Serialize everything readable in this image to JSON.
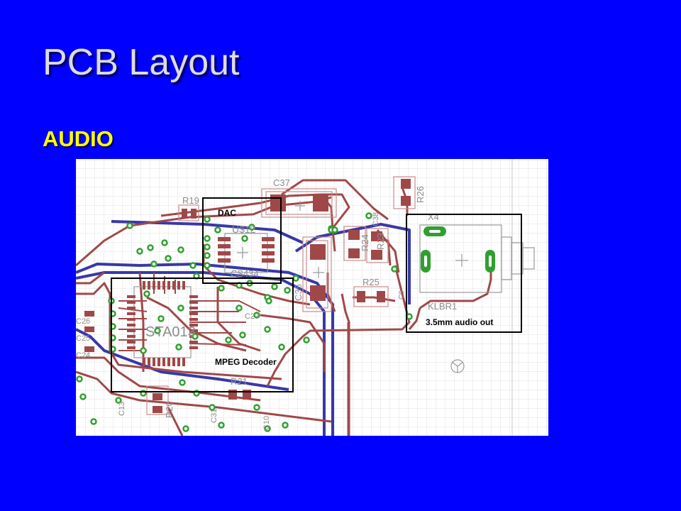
{
  "slide": {
    "title": "PCB Layout",
    "subtitle": "AUDIO"
  },
  "colors": {
    "background": "#0000FF",
    "title": "#DCDCE6",
    "subtitle": "#FFFF00",
    "trace_top": "#A04848",
    "trace_bottom": "#3838A8",
    "pad": "#A04848",
    "via": "#2FA02F",
    "silkscreen": "#8C8C8C"
  },
  "blocks": {
    "dac": "DAC",
    "mpeg": "MPEG Decoder",
    "audio_out": "3.5mm audio out"
  },
  "refdes": {
    "c37": "C37",
    "r26": "R26",
    "r19": "R19",
    "u12": "U$12",
    "c38": "C38",
    "x4": "X4",
    "r24": "R24",
    "r23": "R23",
    "cs": "CS434",
    "c35": "C35",
    "r25": "R25",
    "c9": "C9",
    "klbr": "KLBR1",
    "sta": "STA013",
    "c26": "C26",
    "c25": "C25",
    "c24": "C24",
    "c27": "C27",
    "r21": "R21",
    "c13": "C13",
    "r20": "R20",
    "c31": "C31",
    "c10": "C10"
  }
}
